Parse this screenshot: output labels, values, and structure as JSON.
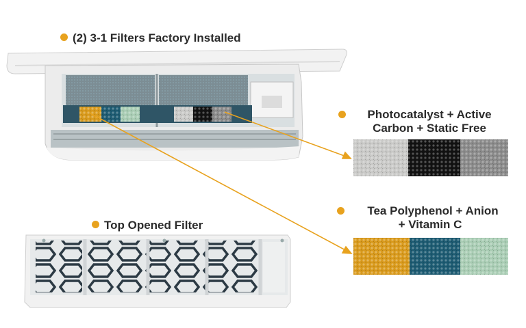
{
  "labels": {
    "factory": "(2) 3-1 Filters Factory Installed",
    "photo_line1": "Photocatalyst + Active",
    "photo_line2": "Carbon + Static Free",
    "tea_line1": "Tea Polyphenol + Anion",
    "tea_line2": "+ Vitamin C",
    "top_opened": "Top Opened Filter"
  },
  "colors": {
    "accent": "#e8a21e",
    "swatch_light_gray": "#c9c9c7",
    "swatch_black": "#121212",
    "swatch_gray": "#8a8a8a",
    "swatch_yellow": "#d99a1c",
    "swatch_teal": "#1d5b72",
    "swatch_mint": "#a9cdb4"
  }
}
